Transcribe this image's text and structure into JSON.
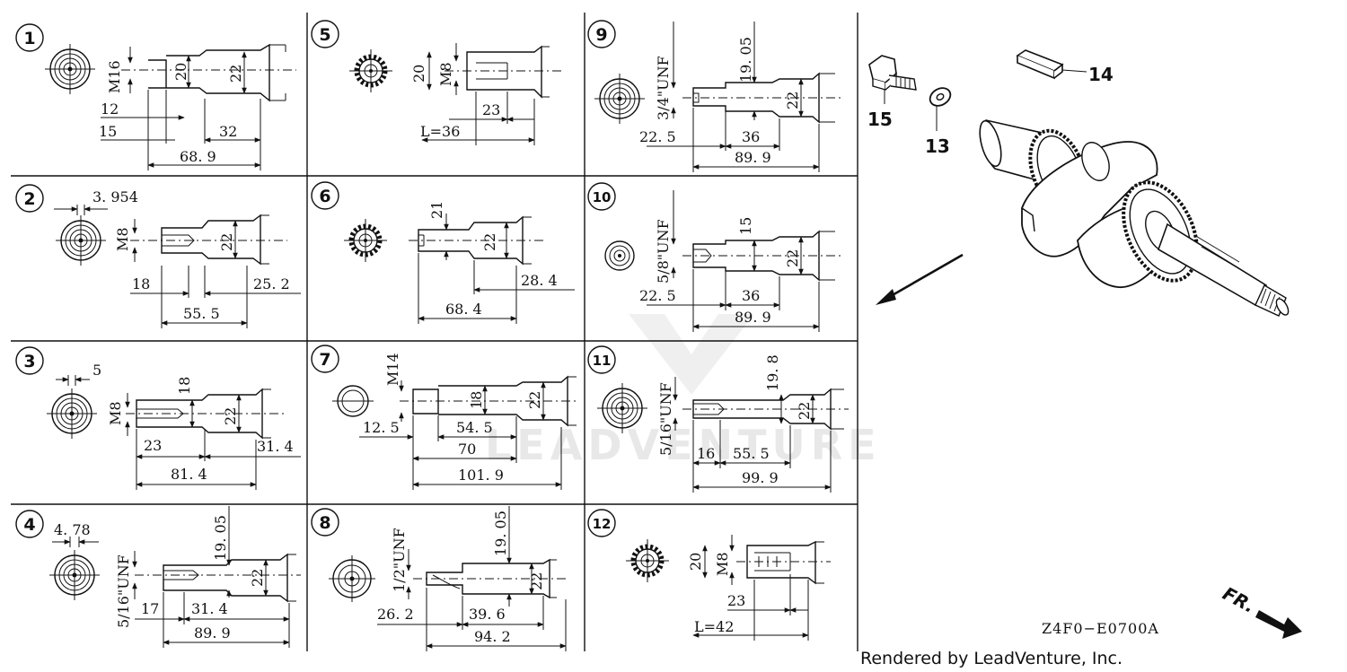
{
  "diagram_code": "Z4F0−E0700A",
  "credit": "Rendered by LeadVenture, Inc.",
  "watermark": "LEADVENTURE",
  "direction_label": "FR.",
  "panels": [
    {
      "num": "1",
      "labels": {
        "thread": "M16",
        "d1": "20",
        "d2": "22",
        "l1": "12",
        "l2": "15",
        "l3": "32",
        "total": "68. 9"
      }
    },
    {
      "num": "2",
      "labels": {
        "key": "3. 954",
        "thread": "M8",
        "d2": "22",
        "l1": "18",
        "l3": "25. 2",
        "total": "55. 5"
      }
    },
    {
      "num": "3",
      "labels": {
        "key": "5",
        "thread": "M8",
        "d1": "18",
        "d2": "22",
        "l1": "23",
        "l3": "31. 4",
        "total": "81. 4"
      }
    },
    {
      "num": "4",
      "labels": {
        "key": "4. 78",
        "thread": "5/16\"UNF",
        "d1": "19. 05",
        "d2": "22",
        "l1": "17",
        "l2": "31. 4",
        "total": "89. 9"
      }
    },
    {
      "num": "5",
      "labels": {
        "d1": "20",
        "thread": "M8",
        "l2": "23",
        "total": "L=36"
      }
    },
    {
      "num": "6",
      "labels": {
        "d1": "21",
        "d2": "22",
        "l3": "28. 4",
        "total": "68. 4"
      }
    },
    {
      "num": "7",
      "labels": {
        "thread": "M14",
        "d1": "18",
        "d2": "22",
        "l1": "12. 5",
        "l2": "54. 5",
        "l3": "70",
        "total": "101. 9"
      }
    },
    {
      "num": "8",
      "labels": {
        "thread": "1/2\"UNF",
        "d1": "19. 05",
        "d2": "22",
        "l1": "26. 2",
        "l2": "39. 6",
        "total": "94. 2"
      }
    },
    {
      "num": "9",
      "labels": {
        "thread": "3/4\"UNF",
        "d1": "19. 05",
        "d2": "22",
        "l1": "22. 5",
        "l2": "36",
        "total": "89. 9"
      }
    },
    {
      "num": "10",
      "labels": {
        "thread": "5/8\"UNF",
        "d1": "15",
        "d2": "22",
        "l1": "22. 5",
        "l2": "36",
        "total": "89. 9"
      }
    },
    {
      "num": "11",
      "labels": {
        "thread": "5/16\"UNF",
        "d1": "19. 8",
        "d2": "22",
        "l1": "16",
        "l2": "55. 5",
        "total": "99. 9"
      }
    },
    {
      "num": "12",
      "labels": {
        "d1": "20",
        "thread": "M8",
        "l2": "23",
        "total": "L=42"
      }
    }
  ],
  "parts": {
    "p13": "13",
    "p14": "14",
    "p15": "15"
  }
}
